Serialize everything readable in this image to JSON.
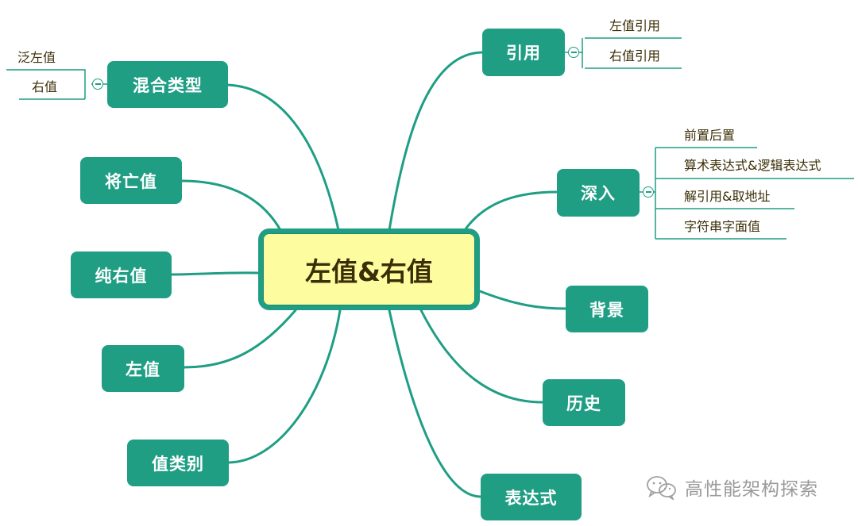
{
  "center": {
    "label": "左值&右值"
  },
  "left_nodes": {
    "mixed": "混合类型",
    "xvalue": "将亡值",
    "prvalue": "纯右值",
    "lvalue": "左值",
    "category": "值类别"
  },
  "right_nodes": {
    "reference": "引用",
    "deep": "深入",
    "background": "背景",
    "history": "历史",
    "expression": "表达式"
  },
  "leaves": {
    "mixed": [
      "泛左值",
      "右值"
    ],
    "reference": [
      "左值引用",
      "右值引用"
    ],
    "deep": [
      "前置后置",
      "算术表达式&逻辑表达式",
      "解引用&取地址",
      "字符串字面值"
    ]
  },
  "watermark": {
    "text": "高性能架构探索",
    "icon": "wechat-icon"
  },
  "colors": {
    "branch": "#1f9e84",
    "center_fill": "#fdfda0",
    "text_dark": "#3b2e06"
  }
}
